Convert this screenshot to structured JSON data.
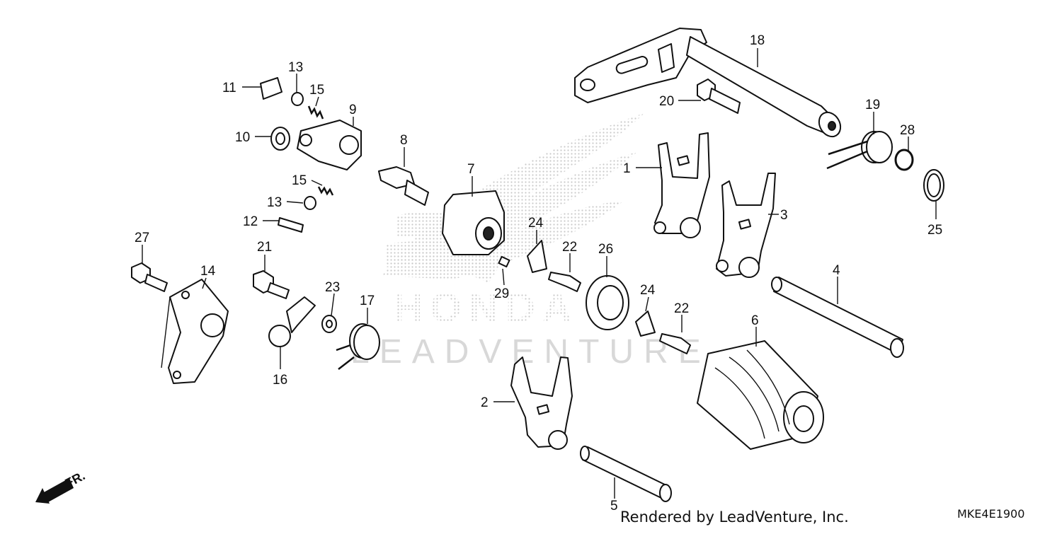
{
  "diagram": {
    "callouts": [
      "1",
      "2",
      "3",
      "4",
      "5",
      "6",
      "7",
      "8",
      "9",
      "10",
      "11",
      "12",
      "13",
      "13",
      "14",
      "15",
      "15",
      "16",
      "17",
      "18",
      "19",
      "20",
      "21",
      "22",
      "22",
      "23",
      "24",
      "24",
      "25",
      "26",
      "27",
      "28",
      "29"
    ],
    "direction_label": "FR.",
    "watermark_text": "LEADVENTURE",
    "watermark_logo_text": "HONDA",
    "credit": "Rendered by LeadVenture, Inc.",
    "diagram_code": "MKE4E1900"
  },
  "icons": [
    "front-direction-arrow-icon",
    "honda-wing-logo-icon"
  ]
}
